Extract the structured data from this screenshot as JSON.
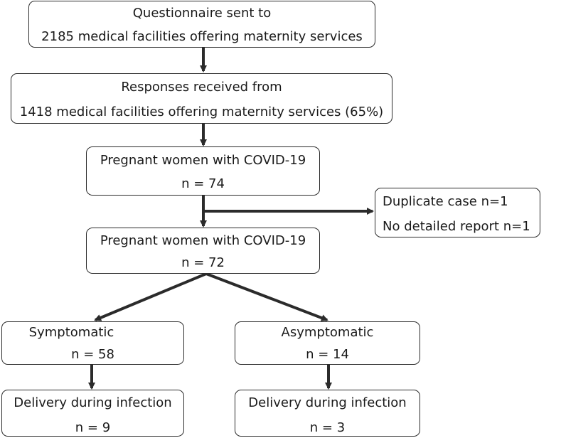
{
  "flowchart": {
    "questionnaire": {
      "line1": "Questionnaire sent to",
      "line2": "2185 medical facilities offering maternity services"
    },
    "responses": {
      "line1": "Responses received from",
      "line2": "1418 medical facilities offering maternity services (65%)"
    },
    "pregnant_74": {
      "line1": "Pregnant women with COVID-19",
      "line2": "n = 74"
    },
    "excluded": {
      "line1": "Duplicate case  n=1",
      "line2": "No detailed report n=1"
    },
    "pregnant_72": {
      "line1": "Pregnant women with COVID-19",
      "line2": "n = 72"
    },
    "symptomatic": {
      "line1": "Symptomatic",
      "line2": "n = 58"
    },
    "asymptomatic": {
      "line1": "Asymptomatic",
      "line2": "n = 14"
    },
    "delivery_symptomatic": {
      "line1": "Delivery during infection",
      "line2": "n = 9"
    },
    "delivery_asymptomatic": {
      "line1": "Delivery during infection",
      "line2": "n = 3"
    }
  }
}
